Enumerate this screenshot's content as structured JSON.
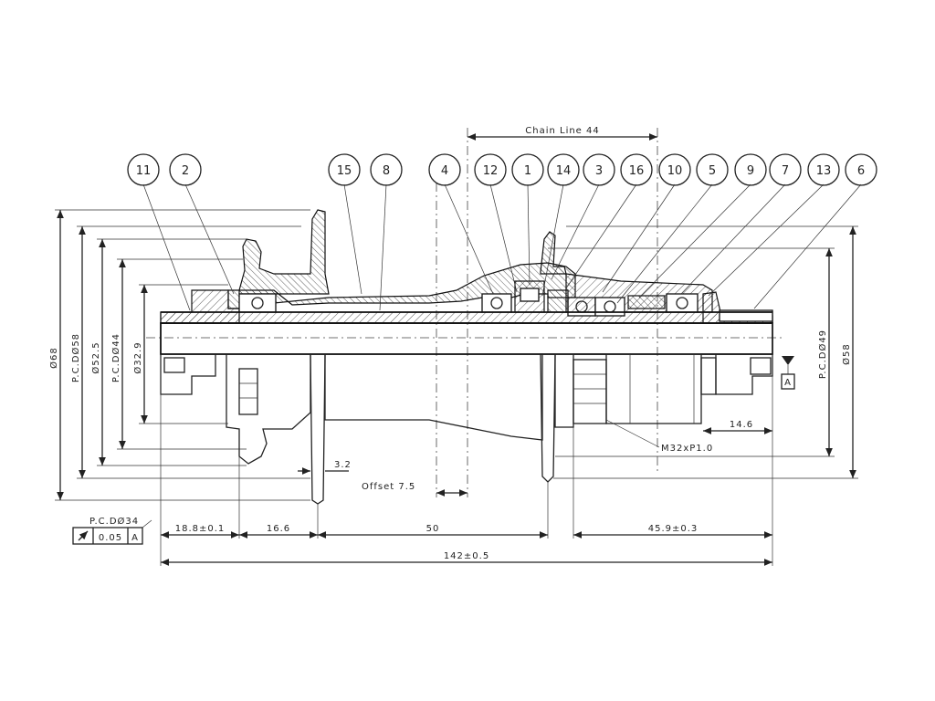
{
  "balloons": [
    {
      "id": "b11",
      "label": "11"
    },
    {
      "id": "b2",
      "label": "2"
    },
    {
      "id": "b15",
      "label": "15"
    },
    {
      "id": "b8",
      "label": "8"
    },
    {
      "id": "b4",
      "label": "4"
    },
    {
      "id": "b12",
      "label": "12"
    },
    {
      "id": "b1",
      "label": "1"
    },
    {
      "id": "b14",
      "label": "14"
    },
    {
      "id": "b3",
      "label": "3"
    },
    {
      "id": "b16",
      "label": "16"
    },
    {
      "id": "b10",
      "label": "10"
    },
    {
      "id": "b5",
      "label": "5"
    },
    {
      "id": "b9",
      "label": "9"
    },
    {
      "id": "b7",
      "label": "7"
    },
    {
      "id": "b13",
      "label": "13"
    },
    {
      "id": "b6",
      "label": "6"
    }
  ],
  "dimensions": {
    "chain_line": "Chain Line 44",
    "d68": "Ø68",
    "pcd58": "P.C.DØ58",
    "d52_5": "Ø52.5",
    "pcd44": "P.C.DØ44",
    "d32_9": "Ø32.9",
    "pcd49": "P.C.DØ49",
    "d58": "Ø58",
    "d14_6": "14.6",
    "thread": "M32xP1.0",
    "d3_2": "3.2",
    "offset": "Offset 7.5",
    "pcd34": "P.C.DØ34",
    "tol_value": "0.05",
    "tol_datum": "A",
    "datum": "A",
    "d18_8": "18.8±0.1",
    "d16_6": "16.6",
    "d50": "50",
    "d45_9": "45.9±0.3",
    "d142": "142±0.5"
  }
}
